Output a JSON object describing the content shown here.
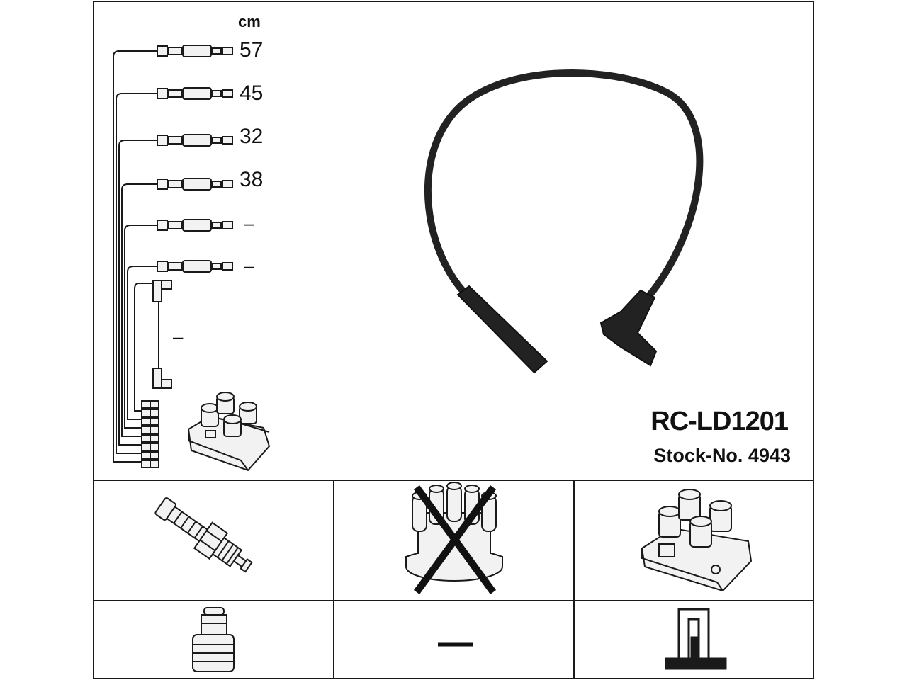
{
  "kit": {
    "model": "RC-LD1201",
    "stock_label": "Stock-No. 4943"
  },
  "lengths": {
    "unit": "cm",
    "items": [
      {
        "label": "57"
      },
      {
        "label": "45"
      },
      {
        "label": "32"
      },
      {
        "label": "38"
      },
      {
        "label": "–"
      },
      {
        "label": "–"
      }
    ],
    "coil_lead_label": "–"
  },
  "cells": {
    "rotor_label": "–"
  },
  "colors": {
    "line": "#1a1a1a",
    "fill": "#f2f2f2",
    "cable": "#222222"
  }
}
